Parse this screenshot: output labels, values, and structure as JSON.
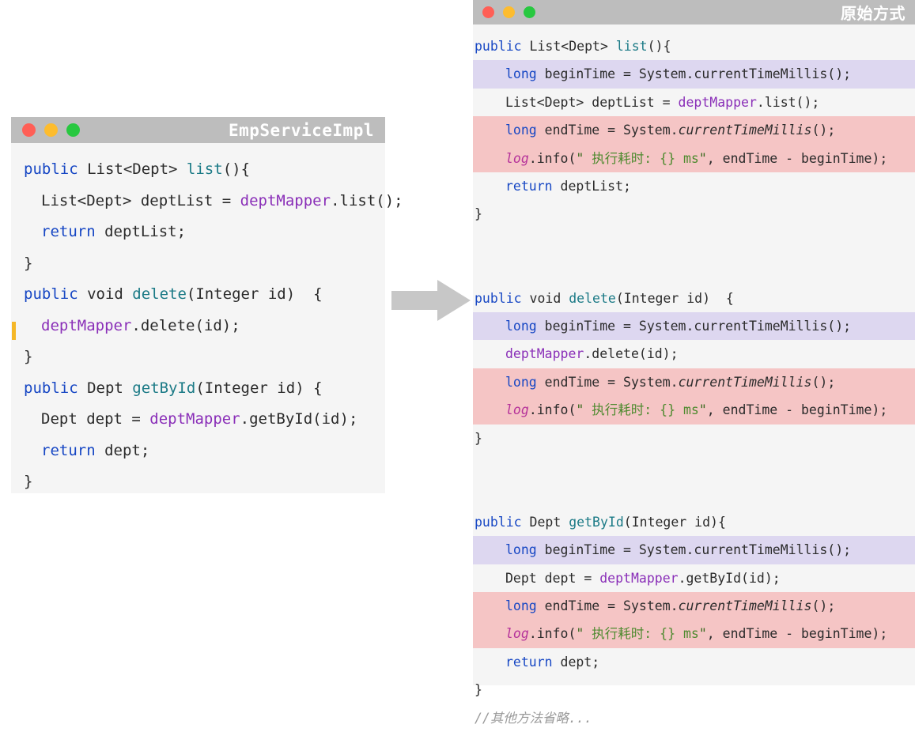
{
  "left_window": {
    "title": "EmpServiceImpl",
    "traffic_lights": [
      "close-red",
      "minimize-yellow",
      "maximize-green"
    ],
    "caret_visible": true,
    "code_lines": [
      {
        "indent": 0,
        "highlight": "none",
        "tokens": [
          {
            "t": "public",
            "c": "kw"
          },
          {
            "t": " List<Dept> ",
            "c": "plain"
          },
          {
            "t": "list",
            "c": "mth"
          },
          {
            "t": "(){",
            "c": "plain"
          }
        ]
      },
      {
        "indent": 1,
        "highlight": "none",
        "tokens": [
          {
            "t": "List<Dept> deptList = ",
            "c": "plain"
          },
          {
            "t": "deptMapper",
            "c": "fld"
          },
          {
            "t": ".list();",
            "c": "plain"
          }
        ]
      },
      {
        "indent": 1,
        "highlight": "none",
        "tokens": [
          {
            "t": "return",
            "c": "kw"
          },
          {
            "t": " deptList;",
            "c": "plain"
          }
        ]
      },
      {
        "indent": 0,
        "highlight": "none",
        "tokens": [
          {
            "t": "}",
            "c": "plain"
          }
        ]
      },
      {
        "indent": 0,
        "highlight": "none",
        "tokens": [
          {
            "t": "public",
            "c": "kw"
          },
          {
            "t": " void ",
            "c": "plain"
          },
          {
            "t": "delete",
            "c": "mth"
          },
          {
            "t": "(Integer id)  {",
            "c": "plain"
          }
        ]
      },
      {
        "indent": 1,
        "highlight": "none",
        "tokens": [
          {
            "t": "deptMapper",
            "c": "fld"
          },
          {
            "t": ".delete(id);",
            "c": "plain"
          }
        ]
      },
      {
        "indent": 0,
        "highlight": "none",
        "tokens": [
          {
            "t": "}",
            "c": "plain"
          }
        ]
      },
      {
        "indent": 0,
        "highlight": "none",
        "tokens": [
          {
            "t": "public",
            "c": "kw"
          },
          {
            "t": " Dept ",
            "c": "plain"
          },
          {
            "t": "getById",
            "c": "mth"
          },
          {
            "t": "(Integer id) {",
            "c": "plain"
          }
        ]
      },
      {
        "indent": 1,
        "highlight": "none",
        "tokens": [
          {
            "t": "Dept dept = ",
            "c": "plain"
          },
          {
            "t": "deptMapper",
            "c": "fld"
          },
          {
            "t": ".getById(id);",
            "c": "plain"
          }
        ]
      },
      {
        "indent": 1,
        "highlight": "none",
        "tokens": [
          {
            "t": "return",
            "c": "kw"
          },
          {
            "t": " dept;",
            "c": "plain"
          }
        ]
      },
      {
        "indent": 0,
        "highlight": "none",
        "tokens": [
          {
            "t": "}",
            "c": "plain"
          }
        ]
      }
    ]
  },
  "arrow": {
    "name": "right-arrow",
    "color": "#c7c7c7"
  },
  "right_window": {
    "title": "原始方式",
    "traffic_lights": [
      "close-red",
      "minimize-yellow",
      "maximize-green"
    ],
    "code_lines": [
      {
        "indent": 0,
        "highlight": "none",
        "tokens": [
          {
            "t": "public",
            "c": "kw"
          },
          {
            "t": " List<Dept> ",
            "c": "plain"
          },
          {
            "t": "list",
            "c": "mth"
          },
          {
            "t": "(){",
            "c": "plain"
          }
        ]
      },
      {
        "indent": 1,
        "highlight": "purple",
        "tokens": [
          {
            "t": "long",
            "c": "kw"
          },
          {
            "t": " beginTime = System.currentTimeMillis();",
            "c": "plain"
          }
        ]
      },
      {
        "indent": 1,
        "highlight": "none",
        "tokens": [
          {
            "t": "List<Dept> deptList = ",
            "c": "plain"
          },
          {
            "t": "deptMapper",
            "c": "fld"
          },
          {
            "t": ".list();",
            "c": "plain"
          }
        ]
      },
      {
        "indent": 1,
        "highlight": "pink",
        "tokens": [
          {
            "t": "long",
            "c": "kw"
          },
          {
            "t": " endTime = System.",
            "c": "plain"
          },
          {
            "t": "currentTimeMillis",
            "c": "ital"
          },
          {
            "t": "();",
            "c": "plain"
          }
        ]
      },
      {
        "indent": 1,
        "highlight": "pink",
        "tokens": [
          {
            "t": "log",
            "c": "fld-i"
          },
          {
            "t": ".info(",
            "c": "plain"
          },
          {
            "t": "\"",
            "c": "quote"
          },
          {
            "t": " 执行耗时: {} ms",
            "c": "str"
          },
          {
            "t": "\"",
            "c": "quote"
          },
          {
            "t": ", endTime - beginTime);",
            "c": "plain"
          }
        ]
      },
      {
        "indent": 1,
        "highlight": "none",
        "tokens": [
          {
            "t": "return",
            "c": "kw"
          },
          {
            "t": " deptList;",
            "c": "plain"
          }
        ]
      },
      {
        "indent": 0,
        "highlight": "none",
        "tokens": [
          {
            "t": "}",
            "c": "plain"
          }
        ]
      },
      {
        "indent": 0,
        "highlight": "none",
        "blank": true,
        "tokens": []
      },
      {
        "indent": 0,
        "highlight": "none",
        "blank": true,
        "tokens": []
      },
      {
        "indent": 0,
        "highlight": "none",
        "tokens": [
          {
            "t": "public",
            "c": "kw"
          },
          {
            "t": " void ",
            "c": "plain"
          },
          {
            "t": "delete",
            "c": "mth"
          },
          {
            "t": "(Integer id)  {",
            "c": "plain"
          }
        ]
      },
      {
        "indent": 1,
        "highlight": "purple",
        "tokens": [
          {
            "t": "long",
            "c": "kw"
          },
          {
            "t": " beginTime = System.currentTimeMillis();",
            "c": "plain"
          }
        ]
      },
      {
        "indent": 1,
        "highlight": "none",
        "tokens": [
          {
            "t": "deptMapper",
            "c": "fld"
          },
          {
            "t": ".delete(id);",
            "c": "plain"
          }
        ]
      },
      {
        "indent": 1,
        "highlight": "pink",
        "tokens": [
          {
            "t": "long",
            "c": "kw"
          },
          {
            "t": " endTime = System.",
            "c": "plain"
          },
          {
            "t": "currentTimeMillis",
            "c": "ital"
          },
          {
            "t": "();",
            "c": "plain"
          }
        ]
      },
      {
        "indent": 1,
        "highlight": "pink",
        "tokens": [
          {
            "t": "log",
            "c": "fld-i"
          },
          {
            "t": ".info(",
            "c": "plain"
          },
          {
            "t": "\"",
            "c": "quote"
          },
          {
            "t": " 执行耗时: {} ms",
            "c": "str"
          },
          {
            "t": "\"",
            "c": "quote"
          },
          {
            "t": ", endTime - beginTime);",
            "c": "plain"
          }
        ]
      },
      {
        "indent": 0,
        "highlight": "none",
        "tokens": [
          {
            "t": "}",
            "c": "plain"
          }
        ]
      },
      {
        "indent": 0,
        "highlight": "none",
        "blank": true,
        "tokens": []
      },
      {
        "indent": 0,
        "highlight": "none",
        "blank": true,
        "tokens": []
      },
      {
        "indent": 0,
        "highlight": "none",
        "tokens": [
          {
            "t": "public",
            "c": "kw"
          },
          {
            "t": " Dept ",
            "c": "plain"
          },
          {
            "t": "getById",
            "c": "mth"
          },
          {
            "t": "(Integer id){",
            "c": "plain"
          }
        ]
      },
      {
        "indent": 1,
        "highlight": "purple",
        "tokens": [
          {
            "t": "long",
            "c": "kw"
          },
          {
            "t": " beginTime = System.currentTimeMillis();",
            "c": "plain"
          }
        ]
      },
      {
        "indent": 1,
        "highlight": "none",
        "tokens": [
          {
            "t": "Dept dept = ",
            "c": "plain"
          },
          {
            "t": "deptMapper",
            "c": "fld"
          },
          {
            "t": ".getById(id);",
            "c": "plain"
          }
        ]
      },
      {
        "indent": 1,
        "highlight": "pink",
        "tokens": [
          {
            "t": "long",
            "c": "kw"
          },
          {
            "t": " endTime = System.",
            "c": "plain"
          },
          {
            "t": "currentTimeMillis",
            "c": "ital"
          },
          {
            "t": "();",
            "c": "plain"
          }
        ]
      },
      {
        "indent": 1,
        "highlight": "pink",
        "tokens": [
          {
            "t": "log",
            "c": "fld-i"
          },
          {
            "t": ".info(",
            "c": "plain"
          },
          {
            "t": "\"",
            "c": "quote"
          },
          {
            "t": " 执行耗时: {} ms",
            "c": "str"
          },
          {
            "t": "\"",
            "c": "quote"
          },
          {
            "t": ", endTime - beginTime);",
            "c": "plain"
          }
        ]
      },
      {
        "indent": 1,
        "highlight": "none",
        "tokens": [
          {
            "t": "return",
            "c": "kw"
          },
          {
            "t": " dept;",
            "c": "plain"
          }
        ]
      },
      {
        "indent": 0,
        "highlight": "none",
        "tokens": [
          {
            "t": "}",
            "c": "plain"
          }
        ]
      },
      {
        "indent": 0,
        "highlight": "none",
        "tokens": [
          {
            "t": "//其他方法省略...",
            "c": "cmt"
          }
        ]
      }
    ]
  },
  "colors": {
    "titlebar": "#bdbdbd",
    "editor_bg": "#f5f5f5",
    "highlight_purple": "#ddd7f0",
    "highlight_pink": "#f5c5c5",
    "keyword_blue": "#1747c4",
    "method_teal": "#1b7a86",
    "field_purple": "#8a2fb8",
    "string_green": "#4e8a2f",
    "comment_gray": "#9a9a9a",
    "caret_orange": "#f5b727",
    "arrow_gray": "#c7c7c7"
  }
}
